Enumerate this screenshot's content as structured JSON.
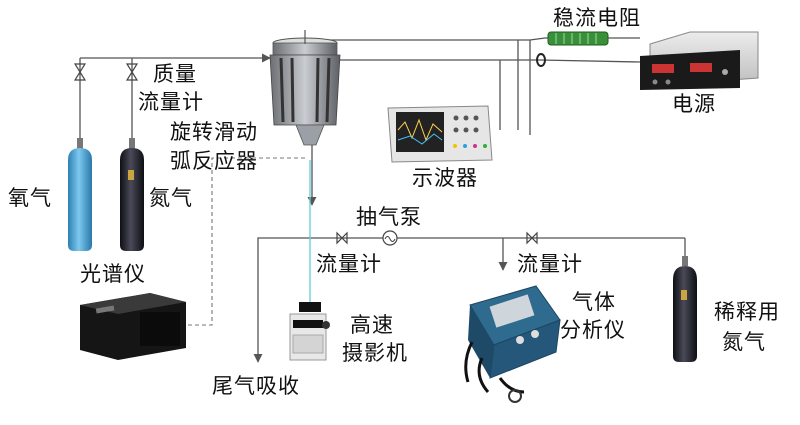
{
  "labels": {
    "resistor": "稳流电阻",
    "power_supply": "电源",
    "oscilloscope": "示波器",
    "mass_flow_meter_line1": "质量",
    "mass_flow_meter_line2": "流量计",
    "reactor_line1": "旋转滑动",
    "reactor_line2": "弧反应器",
    "oxygen": "氧气",
    "nitrogen": "氮气",
    "spectrometer": "光谱仪",
    "pump": "抽气泵",
    "flow_meter_left": "流量计",
    "flow_meter_right": "流量计",
    "camera_line1": "高速",
    "camera_line2": "摄影机",
    "exhaust": "尾气吸收",
    "gas_analyzer_line1": "气体",
    "gas_analyzer_line2": "分析仪",
    "dilution_line1": "稀释用",
    "dilution_line2": "氮气"
  },
  "colors": {
    "line": "#555555",
    "dashed_line": "#777777",
    "oxygen_cylinder": "#3f9fd4",
    "nitrogen_cylinder": "#1b1b24",
    "dilution_cylinder": "#1b1b24",
    "resistor": "#3a8f3a",
    "power_body": "#d8d8d8",
    "power_front": "#1a1a1a",
    "optical_fiber": "#5fd0d8",
    "analyzer_body": "#2f6b8f"
  }
}
